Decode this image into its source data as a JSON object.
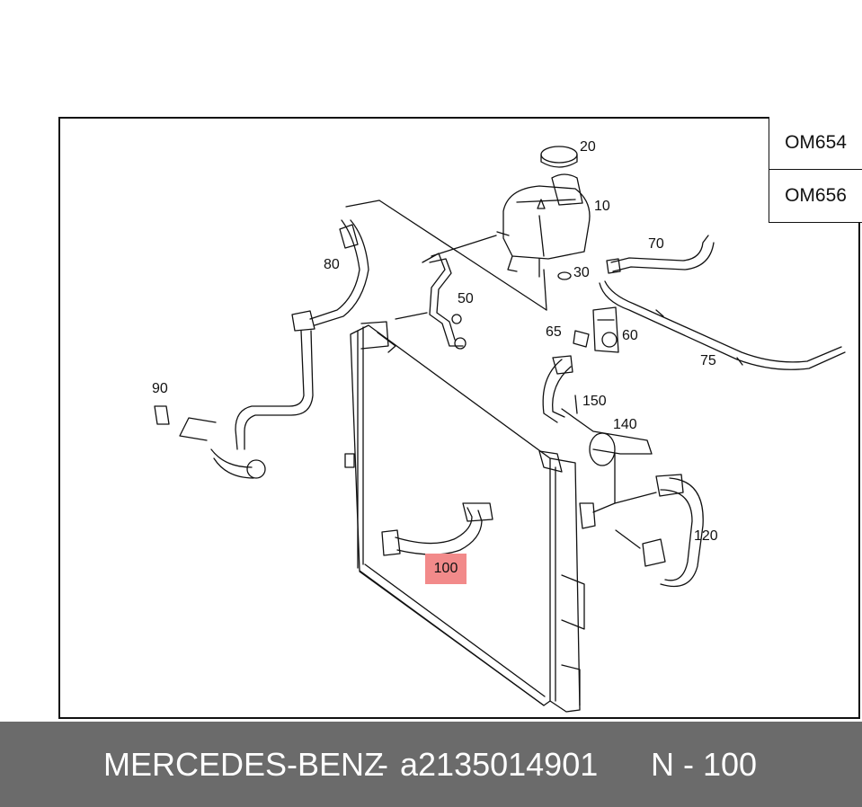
{
  "variants": [
    "OM654",
    "OM656"
  ],
  "callouts": {
    "p10": "10",
    "p20": "20",
    "p30": "30",
    "p50": "50",
    "p60": "60",
    "p65": "65",
    "p70": "70",
    "p75": "75",
    "p80": "80",
    "p90": "90",
    "p100": "100",
    "p120": "120",
    "p140": "140",
    "p150": "150"
  },
  "highlight_color": "#f28a8a",
  "footer": {
    "brand": "MERCEDES-BENZ",
    "separator": "-",
    "part_number": "a2135014901",
    "position": "N - 100"
  },
  "colors": {
    "footer_bg": "#6b6b6b",
    "footer_text": "#ffffff",
    "line": "#111111"
  }
}
